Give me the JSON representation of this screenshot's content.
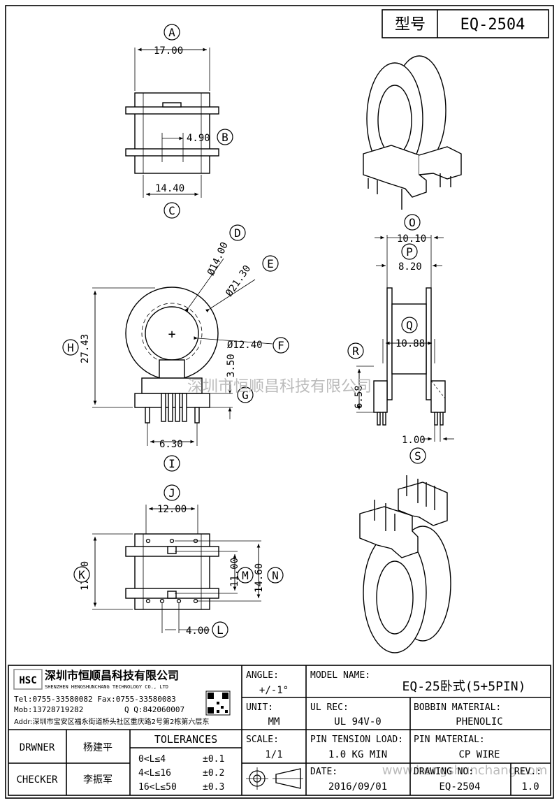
{
  "header": {
    "label": "型号",
    "model": "EQ-2504"
  },
  "views": {
    "top": {
      "A": "A",
      "B": "B",
      "C": "C",
      "dim_a": "17.00",
      "dim_b": "4.90",
      "dim_c": "14.40"
    },
    "front": {
      "D": "D",
      "E": "E",
      "F": "F",
      "G": "G",
      "H": "H",
      "I": "I",
      "dim_d": "Ø14.00",
      "dim_e": "Ø21.30",
      "dim_f": "Ø12.40",
      "dim_g": "3.50",
      "dim_h": "27.43",
      "dim_i": "6.30"
    },
    "bottom": {
      "J": "J",
      "K": "K",
      "L": "L",
      "M": "M",
      "N": "N",
      "dim_j": "12.00",
      "dim_k": "17.90",
      "dim_l": "4.00",
      "dim_m": "11.00",
      "dim_n": "14.60"
    },
    "side": {
      "O": "O",
      "P": "P",
      "Q": "Q",
      "R": "R",
      "S": "S",
      "dim_o": "10.10",
      "dim_p": "8.20",
      "dim_q": "10.88",
      "dim_r": "6.58",
      "dim_s": "1.00"
    }
  },
  "watermark": "深圳市恒顺昌科技有限公司",
  "watermark_url": "www.hengshunchang.com",
  "company": {
    "logo": "HSC",
    "name_cn": "深圳市恒顺昌科技有限公司",
    "name_en": "SHENZHEN HENGSHUNCHANG TECHNOLOGY CO., LTD",
    "tel": "Tel:0755-33580082 Fax:0755-33580083",
    "mob": "Mob:13728719282",
    "qq": "Q Q:842060007",
    "addr": "Addr:深圳市宝安区福永街道桥头社区重庆路2号第2栋第六层东"
  },
  "title_block": {
    "angle_label": "ANGLE:",
    "angle_value": "+/-1°",
    "model_label": "MODEL NAME:",
    "model_value": "EQ-25卧式(5+5PIN)",
    "unit_label": "UNIT:",
    "unit_value": "MM",
    "ulrec_label": "UL REC:",
    "ulrec_value": "UL 94V-0",
    "bobbin_label": "BOBBIN MATERIAL:",
    "bobbin_value": "PHENOLIC",
    "scale_label": "SCALE:",
    "scale_value": "1/1",
    "pin_tension_label": "PIN TENSION LOAD:",
    "pin_tension_value": "1.0 KG MIN",
    "pin_material_label": "PIN MATERIAL:",
    "pin_material_value": "CP WIRE",
    "date_label": "DATE:",
    "date_value": "2016/09/01",
    "drawing_label": "DRAWING NO:",
    "drawing_value": "EQ-2504",
    "rev_label": "REV.:",
    "rev_value": "1.0",
    "drawer_label": "DRWNER",
    "drawer_value": "杨建平",
    "checker_label": "CHECKER",
    "checker_value": "李振军",
    "tolerances_label": "TOLERANCES",
    "tol_rows": [
      {
        "range": "0<L≤4",
        "value": "±0.1"
      },
      {
        "range": "4<L≤16",
        "value": "±0.2"
      },
      {
        "range": "16<L≤50",
        "value": "±0.3"
      }
    ]
  }
}
